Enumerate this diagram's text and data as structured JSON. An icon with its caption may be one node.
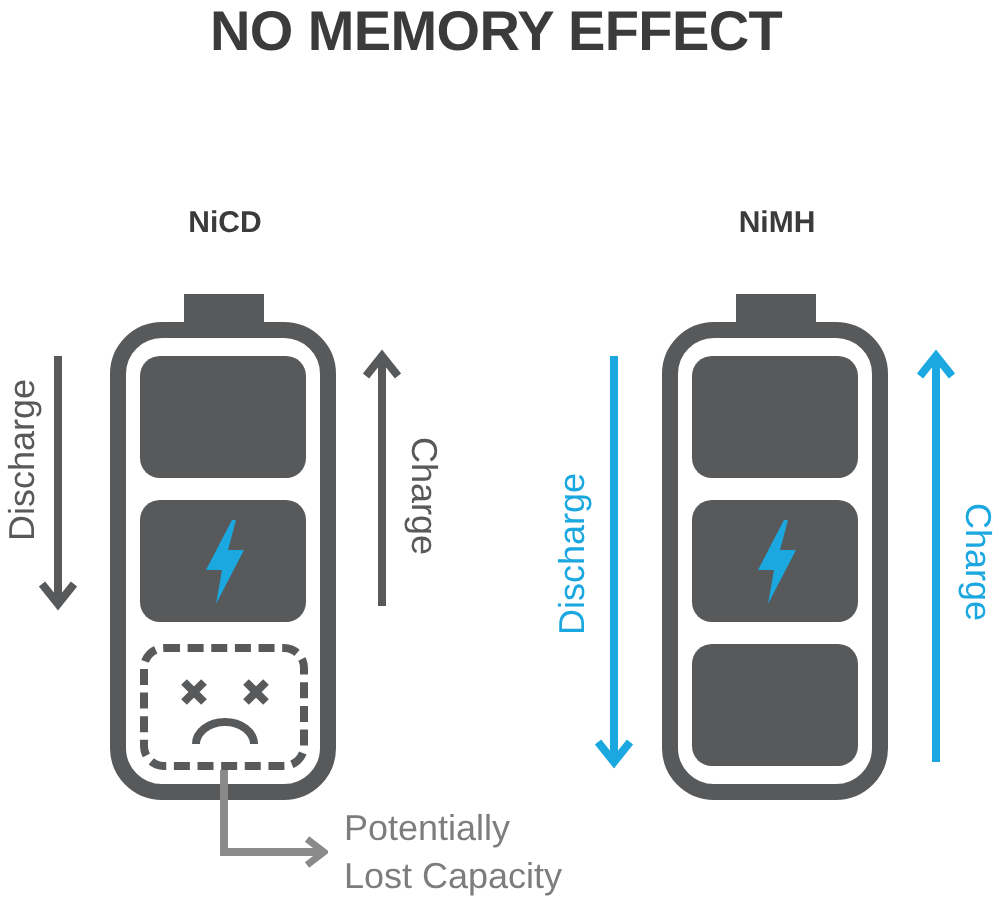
{
  "diagram": {
    "title": "NO MEMORY EFFECT",
    "nodes": [
      {
        "text": [
          "NiCD"
        ]
      },
      {
        "text": [],
        "shape": "box",
        "in": 0
      },
      {
        "text": [
          "Potentially Lost Capacity"
        ]
      },
      {
        "text": [
          "NiMH"
        ]
      }
    ],
    "edges": [
      {
        "from": 1,
        "to": 2,
        "arrow": "to"
      }
    ],
    "labels": [
      "Discharge",
      "Charge",
      "Discharge",
      "Charge"
    ]
  }
}
